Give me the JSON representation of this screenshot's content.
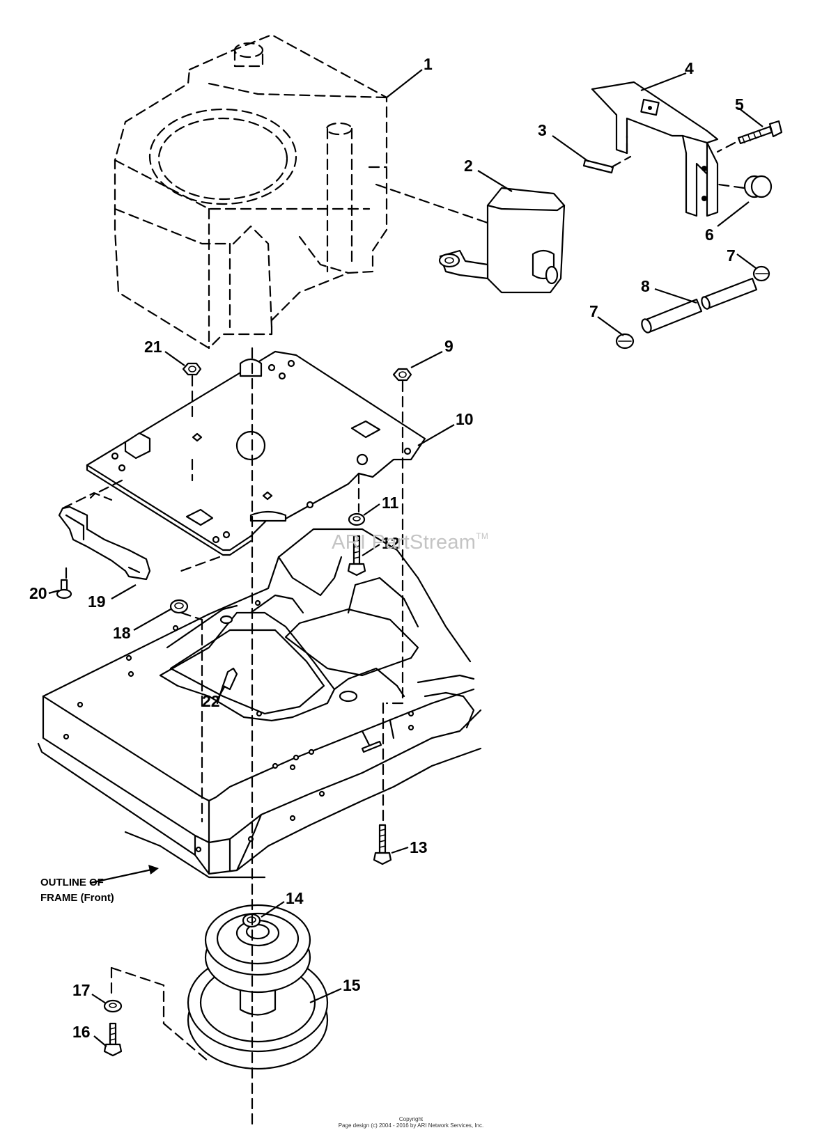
{
  "callouts": [
    {
      "label": "1"
    },
    {
      "label": "2"
    },
    {
      "label": "3"
    },
    {
      "label": "4"
    },
    {
      "label": "5"
    },
    {
      "label": "6"
    },
    {
      "label": "7"
    },
    {
      "label": "7"
    },
    {
      "label": "8"
    },
    {
      "label": "9"
    },
    {
      "label": "10"
    },
    {
      "label": "11"
    },
    {
      "label": "12"
    },
    {
      "label": "13"
    },
    {
      "label": "14"
    },
    {
      "label": "15"
    },
    {
      "label": "16"
    },
    {
      "label": "17"
    },
    {
      "label": "18"
    },
    {
      "label": "19"
    },
    {
      "label": "20"
    },
    {
      "label": "21"
    },
    {
      "label": "22"
    }
  ],
  "note": {
    "line1": "OUTLINE OF",
    "line2": "FRAME (Front)"
  },
  "watermark": {
    "text": "ARI PartStream",
    "mark": "TM"
  },
  "footer": {
    "line1": "Copyright",
    "line2": "Page design (c) 2004 - 2016 by ARI Network Services, Inc."
  }
}
